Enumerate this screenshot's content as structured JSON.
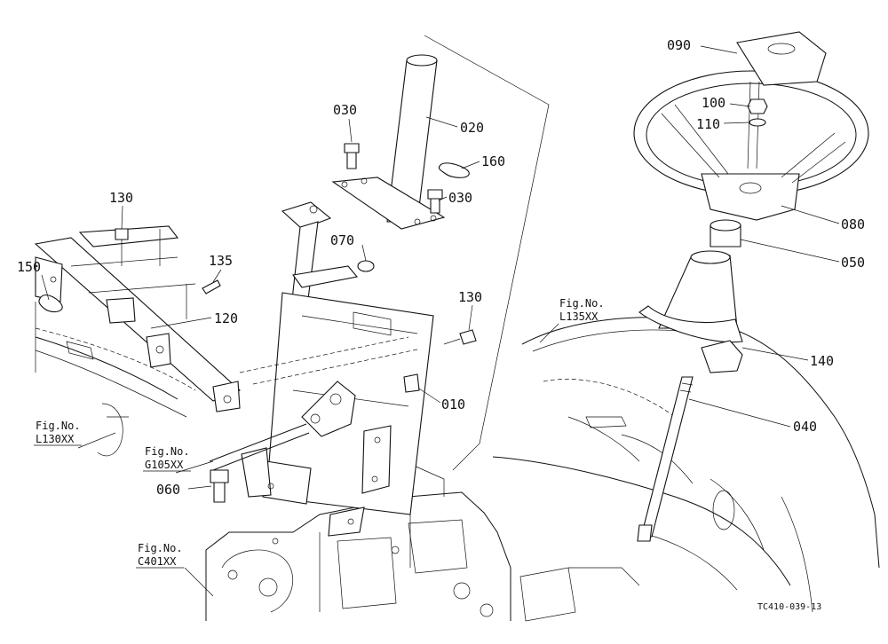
{
  "diagram": {
    "drawing_code": "TC410-039-13",
    "parts": [
      {
        "key": "p010",
        "label": "010"
      },
      {
        "key": "p020",
        "label": "020"
      },
      {
        "key": "p030a",
        "label": "030"
      },
      {
        "key": "p030b",
        "label": "030"
      },
      {
        "key": "p040",
        "label": "040"
      },
      {
        "key": "p050",
        "label": "050"
      },
      {
        "key": "p060",
        "label": "060"
      },
      {
        "key": "p070",
        "label": "070"
      },
      {
        "key": "p080",
        "label": "080"
      },
      {
        "key": "p090",
        "label": "090"
      },
      {
        "key": "p100",
        "label": "100"
      },
      {
        "key": "p110",
        "label": "110"
      },
      {
        "key": "p120",
        "label": "120"
      },
      {
        "key": "p130a",
        "label": "130"
      },
      {
        "key": "p130b",
        "label": "130"
      },
      {
        "key": "p135",
        "label": "135"
      },
      {
        "key": "p140",
        "label": "140"
      },
      {
        "key": "p150",
        "label": "150"
      },
      {
        "key": "p160",
        "label": "160"
      }
    ],
    "figure_refs": [
      {
        "key": "L135",
        "line1": "Fig.No.",
        "line2": "L135XX"
      },
      {
        "key": "L130",
        "line1": "Fig.No.",
        "line2": "L130XX"
      },
      {
        "key": "G105",
        "line1": "Fig.No.",
        "line2": "G105XX"
      },
      {
        "key": "C401",
        "line1": "Fig.No.",
        "line2": "C401XX"
      }
    ]
  }
}
